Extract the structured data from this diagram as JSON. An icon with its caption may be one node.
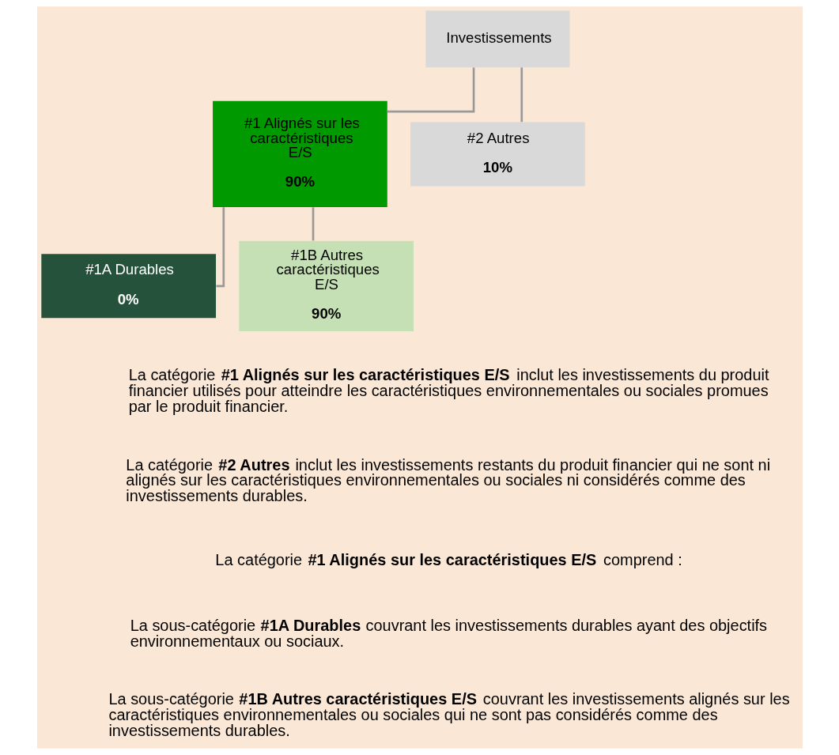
{
  "diagram": {
    "nodes": [
      {
        "text": [
          "Investissements"
        ]
      },
      {
        "text": [
          "#1 Alignés sur les caractéristiques E/S",
          "90%"
        ]
      },
      {
        "text": [
          "#1A Durables",
          "0%"
        ]
      },
      {
        "text": [
          "#1B Autres caractéristiques E/S",
          "90%"
        ]
      },
      {
        "text": [
          "#2 Autres",
          "10%"
        ]
      }
    ],
    "edges": [
      {
        "from": 0,
        "to": 1,
        "arrow": "none"
      },
      {
        "from": 0,
        "to": 4,
        "arrow": "none"
      },
      {
        "from": 1,
        "to": 2,
        "arrow": "none"
      },
      {
        "from": 1,
        "to": 3,
        "arrow": "none"
      }
    ],
    "labels": [
      "La catégorie **#1 Alignés sur les caractéristiques E/S** inclut les investissements du produit financier utilisés pour atteindre les caractéristiques environnementales ou sociales promues par le produit financier.",
      "La catégorie **#2 Autres** inclut les investissements restants du produit financier qui ne sont ni alignés sur les caractéristiques environnementales ou sociales ni considérés comme des investissements durables.",
      "La catégorie **#1 Alignés sur les caractéristiques E/S** comprend :",
      "La sous-catégorie **#1A Durables** couvrant les investissements durables ayant des objectifs environnementaux ou sociaux.",
      "La sous-catégorie **#1B Autres caractéristiques E/S** couvrant les investissements alignés sur les caractéristiques environnementales ou sociales qui ne sont pas considérés comme des investissements durables."
    ]
  }
}
